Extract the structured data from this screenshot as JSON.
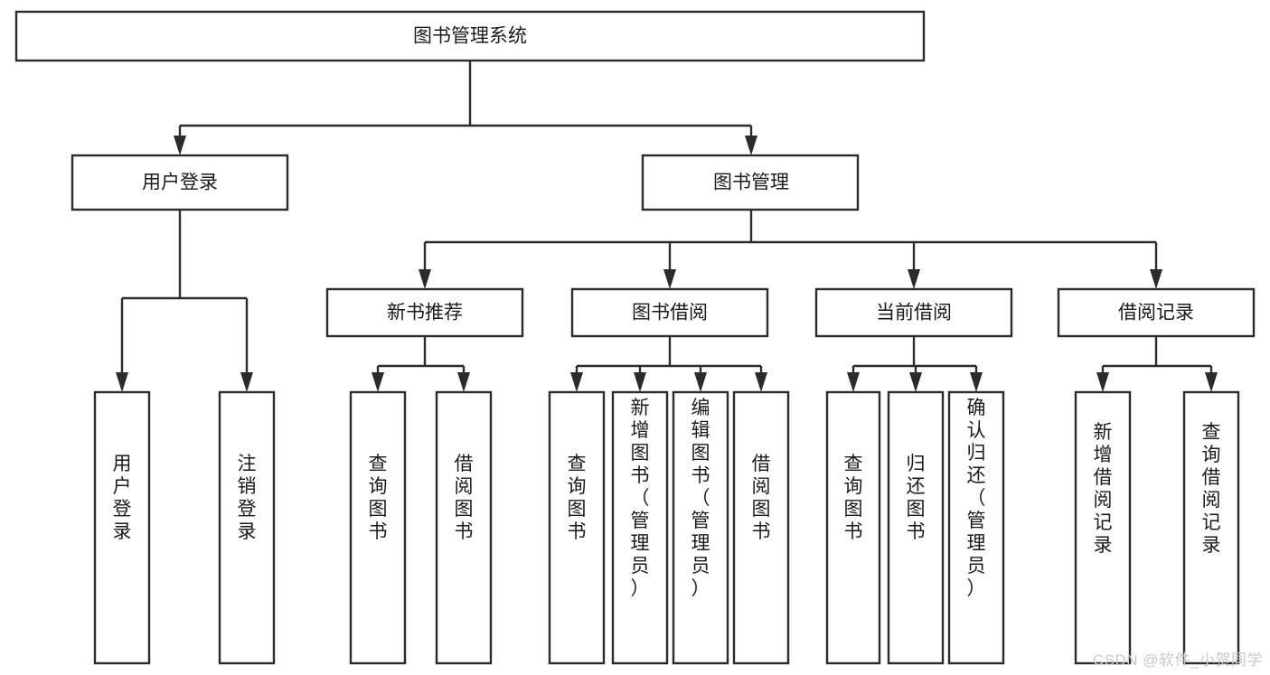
{
  "diagram": {
    "title": "图书管理系统",
    "watermark": "CSDN @软件_小贺同学",
    "colors": {
      "box_stroke": "#2b2b2b",
      "box_fill": "#ffffff",
      "text": "#1a1a1a",
      "background": "#ffffff",
      "watermark": "#c9c9c9"
    },
    "levels": {
      "root": {
        "label": "图书管理系统"
      },
      "level2": [
        {
          "label": "用户登录"
        },
        {
          "label": "图书管理"
        }
      ],
      "level3": [
        {
          "label": "新书推荐"
        },
        {
          "label": "图书借阅"
        },
        {
          "label": "当前借阅"
        },
        {
          "label": "借阅记录"
        }
      ],
      "leaves": [
        {
          "label": "用户登录",
          "parent": "用户登录"
        },
        {
          "label": "注销登录",
          "parent": "用户登录"
        },
        {
          "label": "查询图书",
          "parent": "新书推荐"
        },
        {
          "label": "借阅图书",
          "parent": "新书推荐"
        },
        {
          "label": "查询图书",
          "parent": "图书借阅"
        },
        {
          "label": "新增图书（管理员）",
          "parent": "图书借阅"
        },
        {
          "label": "编辑图书（管理员）",
          "parent": "图书借阅"
        },
        {
          "label": "借阅图书",
          "parent": "图书借阅"
        },
        {
          "label": "查询图书",
          "parent": "当前借阅"
        },
        {
          "label": "归还图书",
          "parent": "当前借阅"
        },
        {
          "label": "确认归还（管理员）",
          "parent": "当前借阅"
        },
        {
          "label": "新增借阅记录",
          "parent": "借阅记录"
        },
        {
          "label": "查询借阅记录",
          "parent": "借阅记录"
        }
      ]
    }
  }
}
